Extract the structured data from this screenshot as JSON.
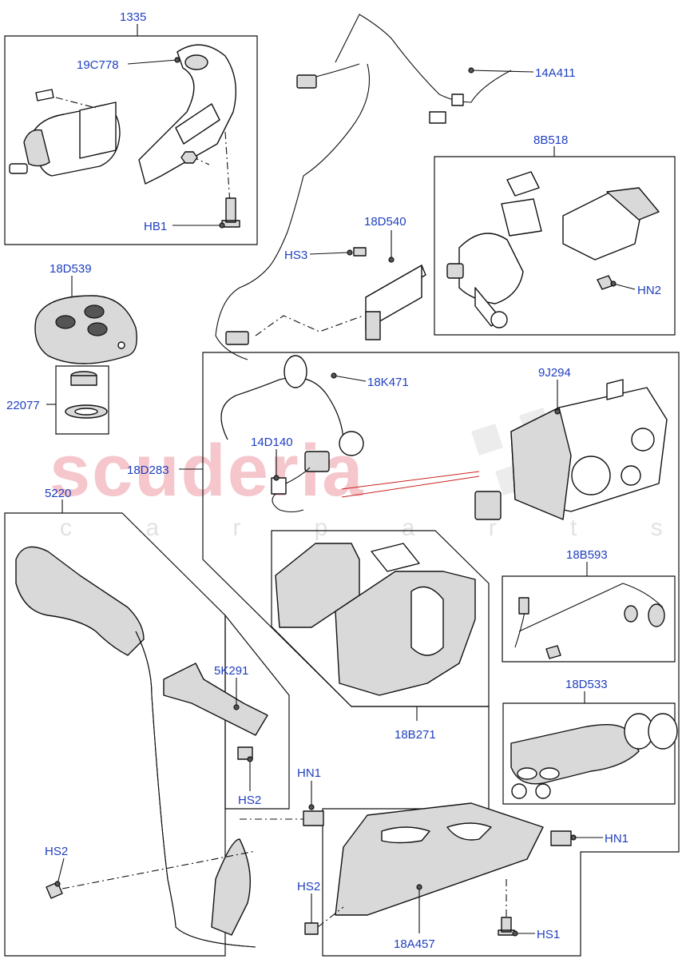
{
  "watermark": {
    "brand": "scuderia",
    "sub": "c a r p a r t s"
  },
  "callouts": {
    "c1335": "1335",
    "c19C778": "19C778",
    "cHB1": "HB1",
    "c14A411": "14A411",
    "c8B518": "8B518",
    "c18D540": "18D540",
    "cHS3": "HS3",
    "cHN2": "HN2",
    "c18D539": "18D539",
    "c22077": "22077",
    "c18K471": "18K471",
    "c9J294": "9J294",
    "c14D140": "14D140",
    "c18D283": "18D283",
    "c5220": "5220",
    "c18B593": "18B593",
    "c5K291": "5K291",
    "c18D533": "18D533",
    "c18B271": "18B271",
    "cHN1a": "HN1",
    "cHS2a": "HS2",
    "cHS2b": "HS2",
    "cHN1b": "HN1",
    "cHS2c": "HS2",
    "c18A457": "18A457",
    "cHS1": "HS1"
  },
  "colors": {
    "callout": "#1f3fbf",
    "watermark": "#f5c6cb",
    "line": "#111111",
    "red_leader": "#cc2222"
  }
}
